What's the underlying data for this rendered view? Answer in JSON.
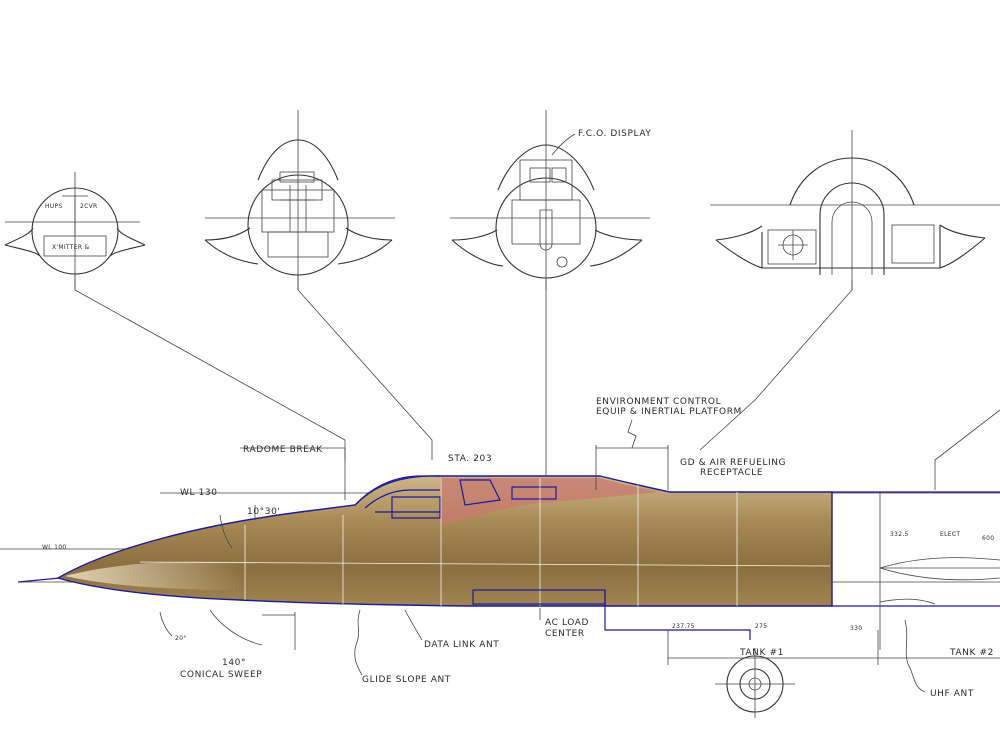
{
  "labels": {
    "fco_display": "F.C.O. DISPLAY",
    "hups": "HUPS",
    "cvr": "2CVR",
    "xmitter": "X'MITTER &",
    "environment_control_1": "ENVIRONMENT CONTROL",
    "environment_control_2": "EQUIP & INERTIAL PLATFORM",
    "radome_break": "RADOME BREAK",
    "sta_203": "STA. 203",
    "air_refueling_1": "GD & AIR REFUELING",
    "air_refueling_2": "RECEPTACLE",
    "wl_130": "WL 130",
    "wl_100": "WL 100",
    "angle_10_30": "10°30'",
    "angle_20": "20°",
    "sweep_angle": "140°",
    "conical_sweep": "CONICAL SWEEP",
    "data_link_ant": "DATA LINK ANT",
    "ac_load_center_1": "AC LOAD",
    "ac_load_center_2": "CENTER",
    "glide_slope_ant": "GLIDE SLOPE ANT",
    "tank_1": "TANK #1",
    "tank_2": "TANK #2",
    "uhf_ant": "UHF ANT",
    "sta_237": "237.75",
    "sta_275": "275",
    "sta_330": "330",
    "small_332": "332.5",
    "small_elect": "ELECT",
    "small_600": "600"
  },
  "colors": {
    "fuselage_fill": "#a88956",
    "fuselage_highlight": "#d4bf91",
    "cockpit_highlight": "#c87a70",
    "outline_blue": "#1a1a9c",
    "drawing_ink": "#333333"
  }
}
